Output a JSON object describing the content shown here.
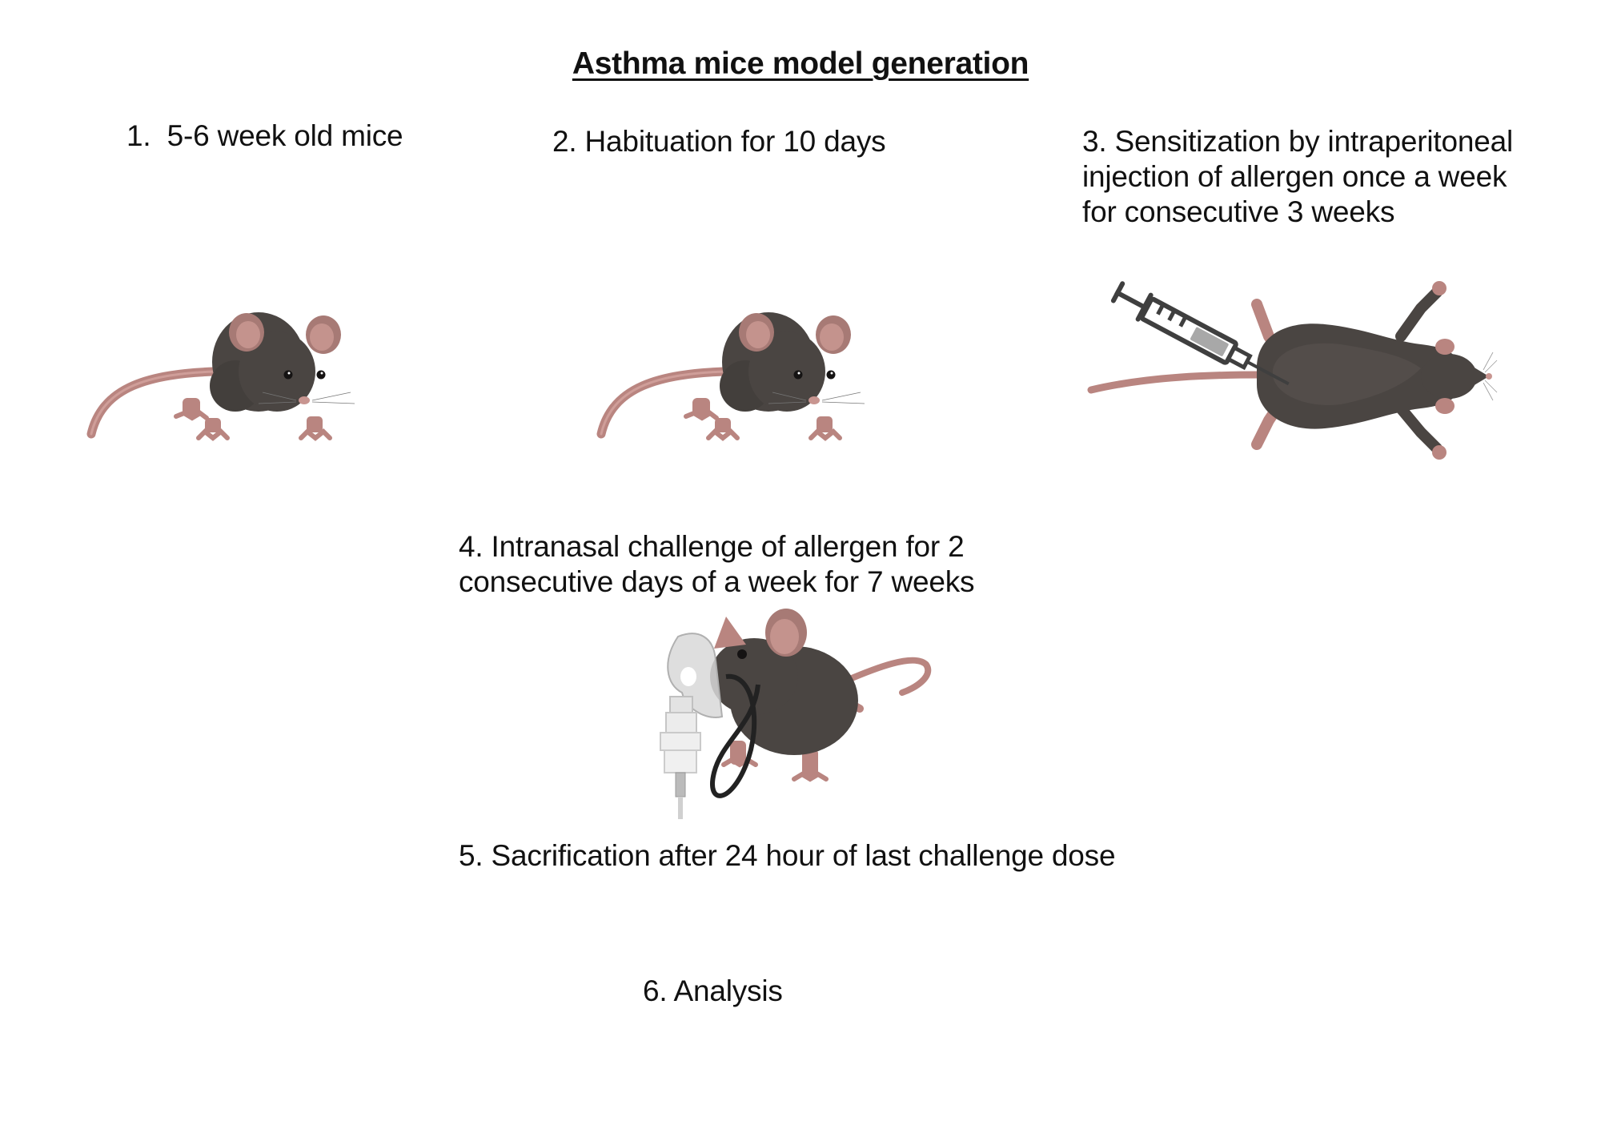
{
  "title": "Asthma mice model generation",
  "steps": [
    {
      "number": "1.",
      "label": "1.  5-6 week old mice",
      "lines": [
        "1.  5-6 week old mice"
      ],
      "icon": "mouse-sitting-icon"
    },
    {
      "number": "2.",
      "label": "2. Habituation for 10 days",
      "lines": [
        "2. Habituation for 10 days"
      ],
      "icon": "mouse-sitting-icon"
    },
    {
      "number": "3.",
      "label": "3. Sensitization by intraperitoneal injection of allergen once a week for consecutive 3 weeks",
      "lines": [
        "3. Sensitization by intraperitoneal",
        "injection of allergen once a week",
        "for consecutive 3 weeks"
      ],
      "icon": "mouse-syringe-injection-icon"
    },
    {
      "number": "4.",
      "label": "4. Intranasal challenge of allergen for 2 consecutive days of a week for 7 weeks",
      "lines": [
        "4. Intranasal challenge of allergen for 2",
        "consecutive days of a week for 7 weeks"
      ],
      "icon": "mouse-nebulizer-mask-icon"
    },
    {
      "number": "5.",
      "label": "5. Sacrification after 24 hour of last challenge dose",
      "lines": [
        "5. Sacrification after 24 hour of last challenge dose"
      ]
    },
    {
      "number": "6.",
      "label": "6. Analysis",
      "lines": [
        "6. Analysis"
      ]
    }
  ],
  "colors": {
    "mouse_body": "#4a4542",
    "mouse_pink": "#b98580",
    "syringe": "#3f3f3f",
    "syringe_fluid": "#a8a8a8"
  }
}
